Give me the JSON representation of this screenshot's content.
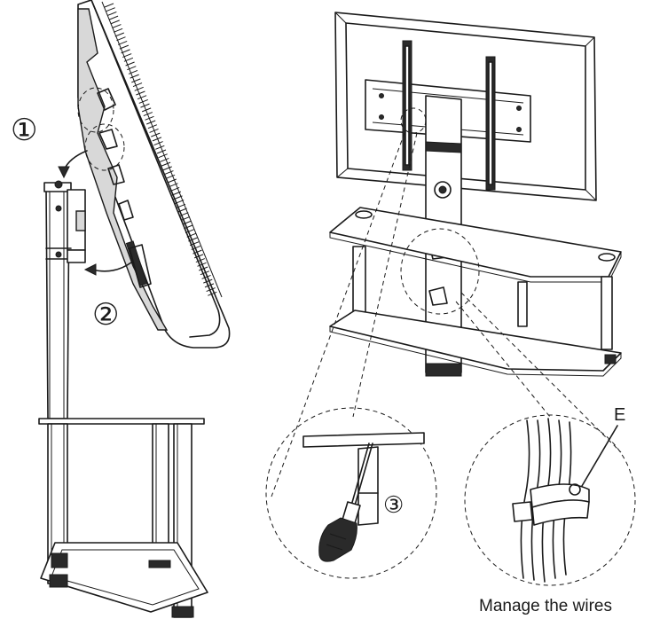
{
  "labels": {
    "step1": "①",
    "step2": "②",
    "step3": "③",
    "part_e": "E",
    "caption": "Manage the wires"
  }
}
